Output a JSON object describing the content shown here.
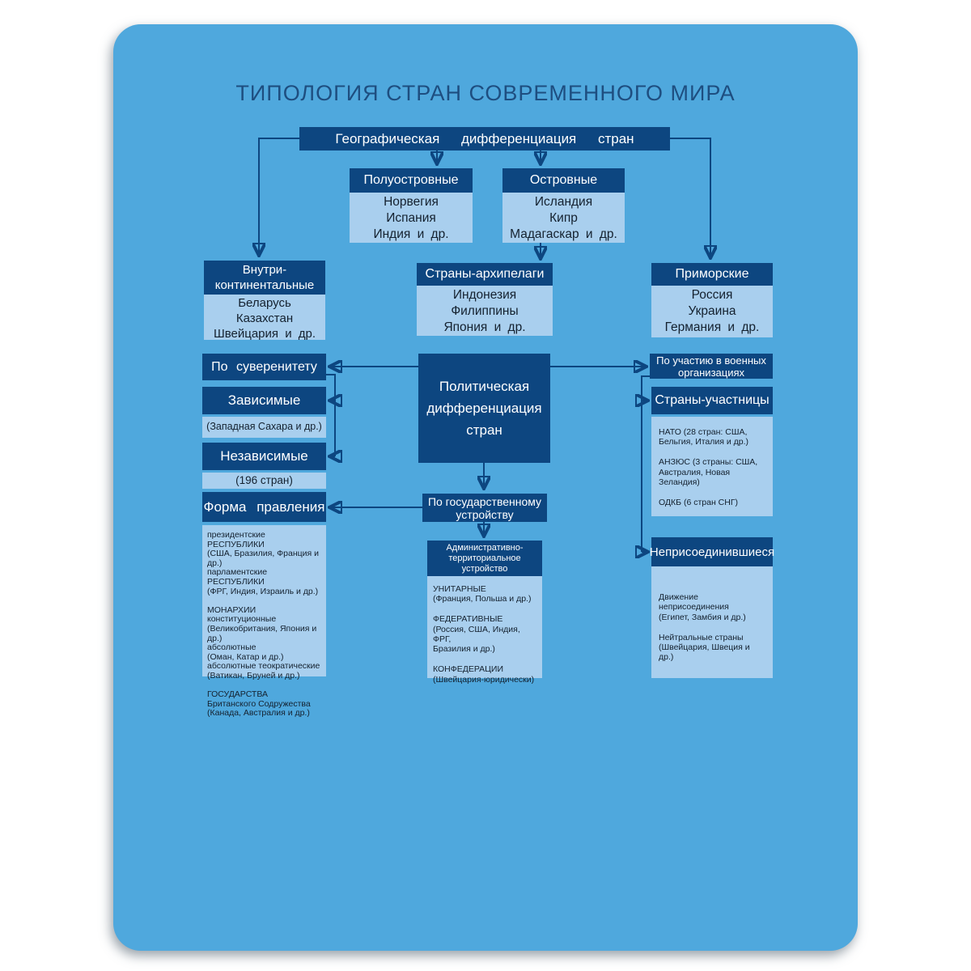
{
  "title": "ТИПОЛОГИЯ СТРАН СОВРЕМЕННОГО МИРА",
  "geo": {
    "header": "Географическая  дифференциация  стран",
    "peninsular": {
      "header": "Полуостровные",
      "items": [
        "Норвегия",
        "Испания",
        "Индия и др."
      ]
    },
    "island": {
      "header": "Островные",
      "items": [
        "Исландия",
        "Кипр",
        "Мадагаскар и др."
      ]
    },
    "inner_continental": {
      "header_lines": [
        "Внутри-",
        "континентальные"
      ],
      "items": [
        "Беларусь",
        "Казахстан",
        "Швейцария и др."
      ]
    },
    "archipelago": {
      "header": "Страны-архипелаги",
      "items": [
        "Индонезия",
        "Филиппины",
        "Япония и др."
      ]
    },
    "seaside": {
      "header": "Приморские",
      "items": [
        "Россия",
        "Украина",
        "Германия и др."
      ]
    }
  },
  "political": {
    "center_lines": [
      "Политическая",
      "дифференциация",
      "стран"
    ],
    "sovereignty": {
      "header": "По суверенитету",
      "dependent": "Зависимые",
      "dependent_note": "(Западная Сахара и др.)",
      "independent": "Независимые",
      "independent_note": "(196 стран)"
    },
    "government_form": {
      "header": "Форма правления",
      "lines": [
        "президентские РЕСПУБЛИКИ",
        "(США, Бразилия, Франция и др.)",
        "парламентские РЕСПУБЛИКИ",
        "(ФРГ, Индия, Израиль и др.)",
        "",
        "МОНАРХИИ",
        "конституционные",
        "(Великобритания, Япония и др.)",
        "абсолютные",
        "(Оман, Катар и др.)",
        "абсолютные теократические",
        "(Ватикан, Бруней и др.)",
        "",
        "ГОСУДАРСТВА",
        "Британского Содружества",
        "(Канада, Австралия и др.)"
      ]
    },
    "state_structure": {
      "header_lines": [
        "По государственному",
        "устройству"
      ],
      "admin": {
        "header_lines": [
          "Административно-",
          "территориальное",
          "устройство"
        ],
        "lines": [
          "УНИТАРНЫЕ",
          "(Франция, Польша и др.)",
          "",
          "ФЕДЕРАТИВНЫЕ",
          "(Россия, США, Индия, ФРГ,",
          "Бразилия и др.)",
          "",
          "КОНФЕДЕРАЦИИ",
          "(Швейцария-юридически)"
        ]
      }
    },
    "military": {
      "header_lines": [
        "По участию в военных",
        "организациях"
      ],
      "participants": {
        "header": "Страны-участницы",
        "lines": [
          "НАТО (28 стран: США,",
          "Бельгия, Италия и др.)",
          "",
          "АНЗЮС (3 страны: США,",
          "Австралия, Новая Зеландия)",
          "",
          "ОДКБ (6 стран СНГ)"
        ]
      },
      "nonaligned": {
        "header": "Неприсоединившиеся",
        "lines": [
          "Движение",
          "неприсоединения",
          "(Египет, Замбия и др.)",
          "",
          "Нейтральные страны",
          "(Швейцария, Швеция и др.)"
        ]
      }
    }
  },
  "colors": {
    "panel_bg": "#4fa8dd",
    "box_dark": "#0d4680",
    "box_light": "#a9cfee",
    "title_text": "#1e4e80",
    "connector": "#0d4680",
    "text_on_dark": "#ffffff",
    "text_on_light": "#14212f"
  }
}
